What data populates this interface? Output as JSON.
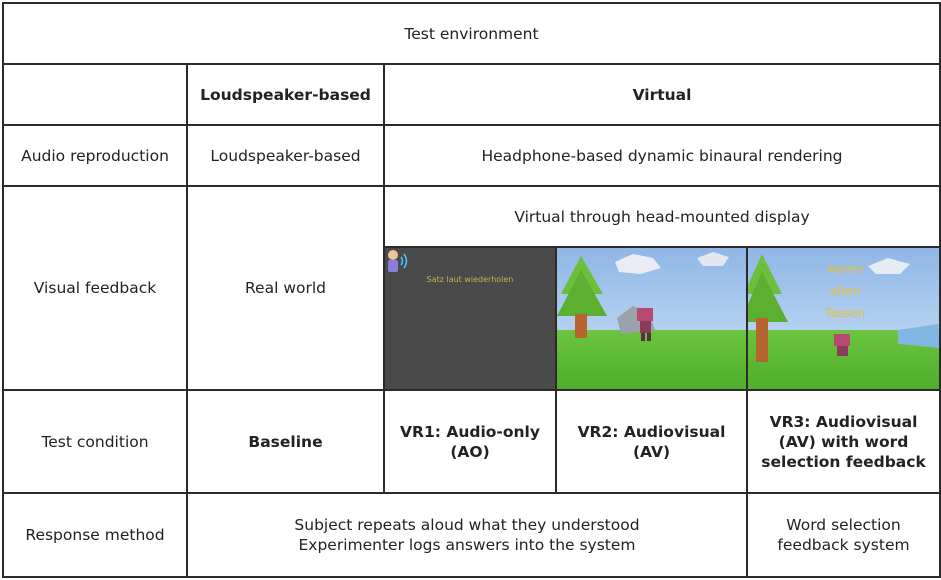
{
  "header": {
    "title": "Test environment"
  },
  "columns": {
    "loudspeaker": "Loudspeaker-based",
    "virtual": "Virtual"
  },
  "rows": {
    "audio": {
      "label": "Audio reproduction",
      "loudspeaker": "Loudspeaker-based",
      "virtual": "Headphone-based dynamic binaural rendering"
    },
    "visual": {
      "label": "Visual feedback",
      "loudspeaker": "Real world",
      "virtual": "Virtual through head-mounted display",
      "vr1_caption": "Satz laut wiederholen",
      "vr3_words": [
        "waren",
        "alten",
        "Tassen"
      ]
    },
    "condition": {
      "label": "Test condition",
      "baseline": "Baseline",
      "vr1_line1": "VR1: Audio-only",
      "vr1_line2": "(AO)",
      "vr2_line1": "VR2: Audiovisual",
      "vr2_line2": "(AV)",
      "vr3_line1": "VR3: Audiovisual",
      "vr3_line2": "(AV) with word",
      "vr3_line3": "selection feedback"
    },
    "response": {
      "label": "Response method",
      "shared_line1": "Subject repeats aloud what they understood",
      "shared_line2": "Experimenter logs answers into the system",
      "vr3_line1": "Word selection",
      "vr3_line2": "feedback system"
    }
  },
  "colors": {
    "border": "#2b2b2b",
    "caption": "#c9b04a",
    "word": "#e1c33a",
    "sky": "#9ec2ec",
    "grass": "#5cb832"
  },
  "icons": [
    "speaking-avatar-icon",
    "tree-icon",
    "robot-icon",
    "cloud-icon"
  ]
}
